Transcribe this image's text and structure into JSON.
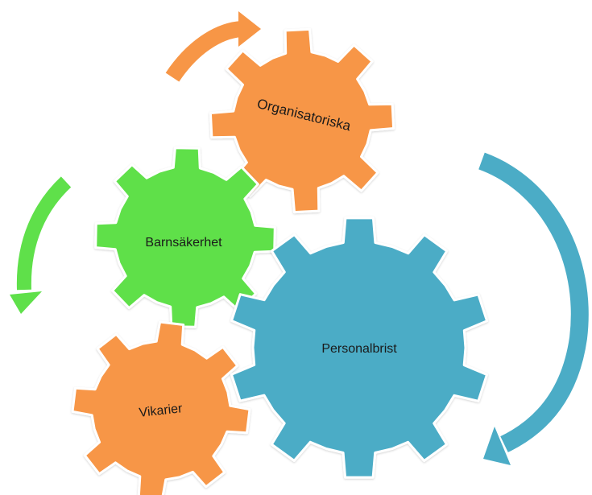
{
  "colors": {
    "orange": "#F79646",
    "green": "#5FE04A",
    "blue": "#4BACC6",
    "gear_outline": "#ffffff"
  },
  "gears": {
    "organisatoriska": {
      "label": "Organisatoriska",
      "color": "orange"
    },
    "barnsakerhet": {
      "label": "Barnsäkerhet",
      "color": "green"
    },
    "personalbrist": {
      "label": "Personalbrist",
      "color": "blue"
    },
    "vikarier": {
      "label": "Vikarier",
      "color": "orange"
    }
  },
  "arrows": [
    {
      "name": "orange-arrow",
      "color": "orange",
      "direction": "clockwise"
    },
    {
      "name": "green-arrow",
      "color": "green",
      "direction": "counterclockwise"
    },
    {
      "name": "blue-arrow",
      "color": "blue",
      "direction": "clockwise"
    }
  ]
}
